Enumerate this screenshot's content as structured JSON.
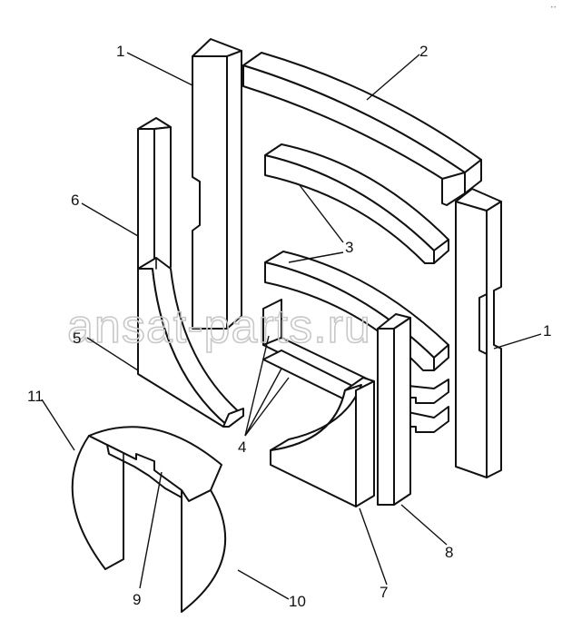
{
  "diagram": {
    "watermark": "ansat-parts.ru",
    "corner_mark": "••",
    "callouts": [
      {
        "id": "c1a",
        "label": "1"
      },
      {
        "id": "c2",
        "label": "2"
      },
      {
        "id": "c3",
        "label": "3"
      },
      {
        "id": "c6",
        "label": "6"
      },
      {
        "id": "c5",
        "label": "5"
      },
      {
        "id": "c1b",
        "label": "1"
      },
      {
        "id": "c11",
        "label": "11"
      },
      {
        "id": "c4",
        "label": "4"
      },
      {
        "id": "c9",
        "label": "9"
      },
      {
        "id": "c10",
        "label": "10"
      },
      {
        "id": "c7",
        "label": "7"
      },
      {
        "id": "c8",
        "label": "8"
      }
    ]
  },
  "colors": {
    "line": "#111111",
    "background": "#ffffff",
    "watermark": "#c8c8c8"
  }
}
